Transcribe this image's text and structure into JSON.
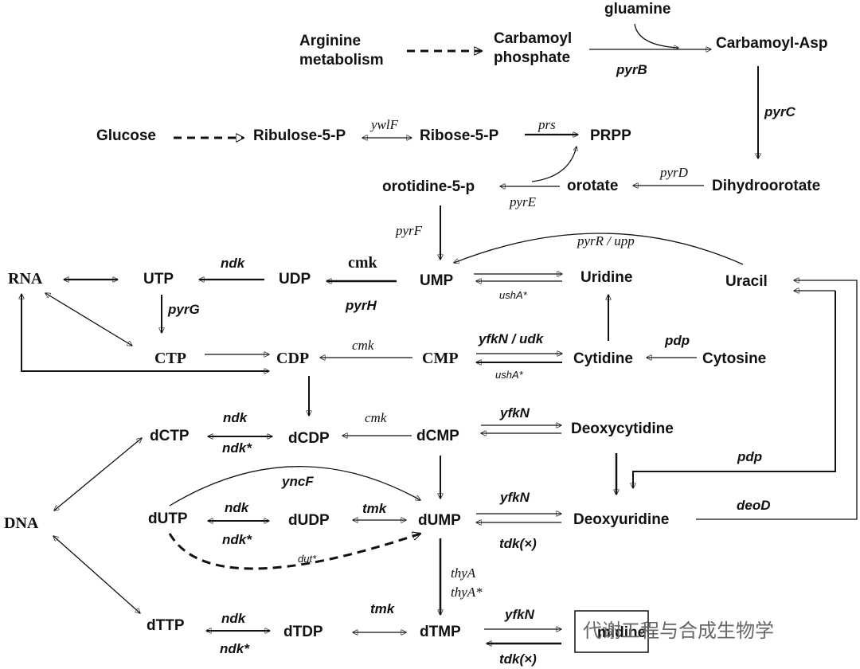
{
  "nodes": {
    "arginine_1": "Arginine",
    "arginine_2": "metabolism",
    "carbamoyl_1": "Carbamoyl",
    "carbamoyl_2": "phosphate",
    "gluamine": "gluamine",
    "carbamoyl_asp": "Carbamoyl-Asp",
    "glucose": "Glucose",
    "ribulose": "Ribulose-5-P",
    "ribose": "Ribose-5-P",
    "prpp": "PRPP",
    "orotidine": "orotidine-5-p",
    "orotate": "orotate",
    "dihydroorotate": "Dihydroorotate",
    "rna": "RNA",
    "utp": "UTP",
    "udp": "UDP",
    "ump": "UMP",
    "uridine": "Uridine",
    "uracil": "Uracil",
    "ctp": "CTP",
    "cdp": "CDP",
    "cmp": "CMP",
    "cytidine": "Cytidine",
    "cytosine": "Cytosine",
    "dctp": "dCTP",
    "dcdp": "dCDP",
    "dcmp": "dCMP",
    "deoxycytidine": "Deoxycytidine",
    "dna": "DNA",
    "dutp": "dUTP",
    "dudp": "dUDP",
    "dump": "dUMP",
    "deoxyuridine": "Deoxyuridine",
    "dttp": "dTTP",
    "dtdp": "dTDP",
    "dtmp": "dTMP",
    "thymidine_partial": "midine"
  },
  "enzymes": {
    "pyrB": "pyrB",
    "pyrC": "pyrC",
    "ywlF": "ywlF",
    "prs": "prs",
    "pyrD": "pyrD",
    "pyrE": "pyrE",
    "pyrF": "pyrF",
    "pyrR_upp": "pyrR  /  upp",
    "ndk_utp": "ndk",
    "cmk_udp": "cmk",
    "pyrH": "pyrH",
    "ushA_1": "ushA*",
    "pyrG": "pyrG",
    "cmk_cdp": "cmk",
    "yfkN_udk": "yfkN / udk",
    "ushA_2": "ushA*",
    "pdp_1": "pdp",
    "ndk_dctp": "ndk",
    "ndk_star_dctp": "ndk*",
    "cmk_dcdp": "cmk",
    "yfkN_1": "yfkN",
    "pdp_2": "pdp",
    "yncF": "yncF",
    "ndk_dutp": "ndk",
    "ndk_star_dutp": "ndk*",
    "tmk_1": "tmk",
    "yfkN_2": "yfkN",
    "deoD": "deoD",
    "tdk_1": "tdk(×)",
    "dut": "dut*",
    "thyA": "thyA",
    "thyA_star": "thyA*",
    "ndk_dttp": "ndk",
    "ndk_star_dttp": "ndk*",
    "tmk_2": "tmk",
    "yfkN_3": "yfkN",
    "tdk_2": "tdk(×)"
  },
  "watermark": "代谢工程与合成生物学"
}
